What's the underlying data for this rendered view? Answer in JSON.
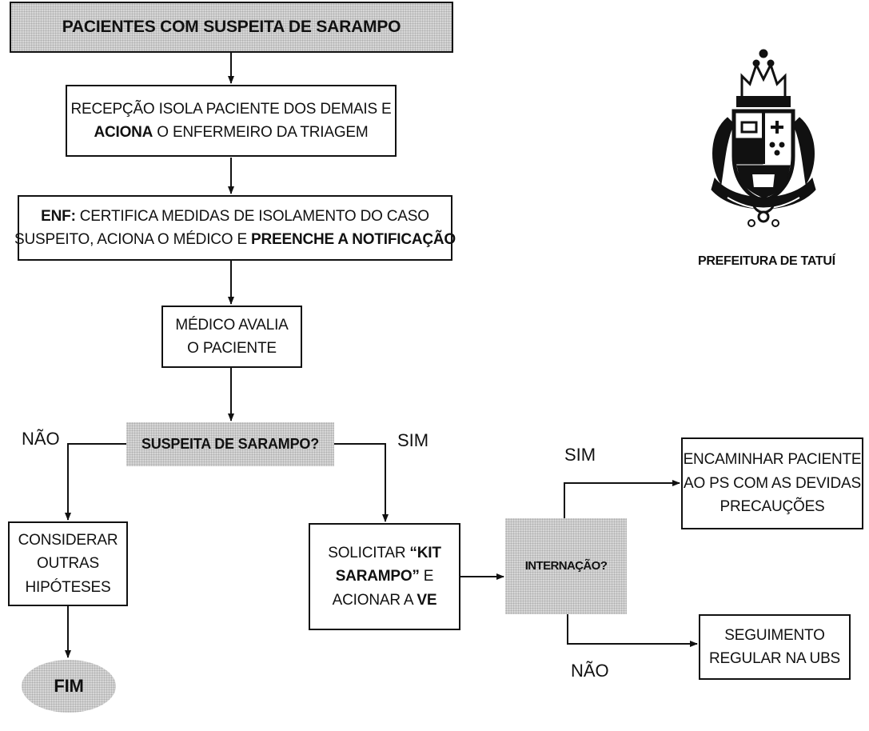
{
  "flow": {
    "title": "PACIENTES COM SUSPEITA DE SARAMPO",
    "reception": {
      "line1": "RECEPÇÃO ISOLA PACIENTE DOS DEMAIS E",
      "line2_bold": "ACIONA",
      "line2_rest": " O ENFERMEIRO DA TRIAGEM"
    },
    "nurse": {
      "line1_bold": "ENF:",
      "line1_rest": " CERTIFICA MEDIDAS DE ISOLAMENTO  DO CASO",
      "line2_rest": "SUSPEITO, ACIONA O MÉDICO E ",
      "line2_bold": "PREENCHE A NOTIFICAÇÃO"
    },
    "doctor": {
      "line1": "MÉDICO AVALIA",
      "line2": "O PACIENTE"
    },
    "decision_measles": "SUSPEITA DE SARAMPO?",
    "label_no_left": "NÃO",
    "label_yes_mid": "SIM",
    "consider": {
      "line1": "CONSIDERAR",
      "line2": "OUTRAS",
      "line3": "HIPÓTESES"
    },
    "end": "FIM",
    "kit": {
      "line1_rest": "SOLICITAR ",
      "line1_bold": "“KIT",
      "line2_bold": "SARAMPO”",
      "line2_rest": " E",
      "line3_rest": "ACIONAR A ",
      "line3_bold": "VE"
    },
    "decision_hosp": "INTERNAÇÃO?",
    "label_yes_right": "SIM",
    "label_no_right": "NÃO",
    "refer": {
      "line1": "ENCAMINHAR PACIENTE",
      "line2": "AO PS COM AS DEVIDAS",
      "line3": "PRECAUÇÕES"
    },
    "followup": {
      "line1": "SEGUIMENTO",
      "line2": "REGULAR NA UBS"
    }
  },
  "logo": {
    "caption": "PREFEITURA DE TATUÍ",
    "icon": "coat-of-arms"
  }
}
